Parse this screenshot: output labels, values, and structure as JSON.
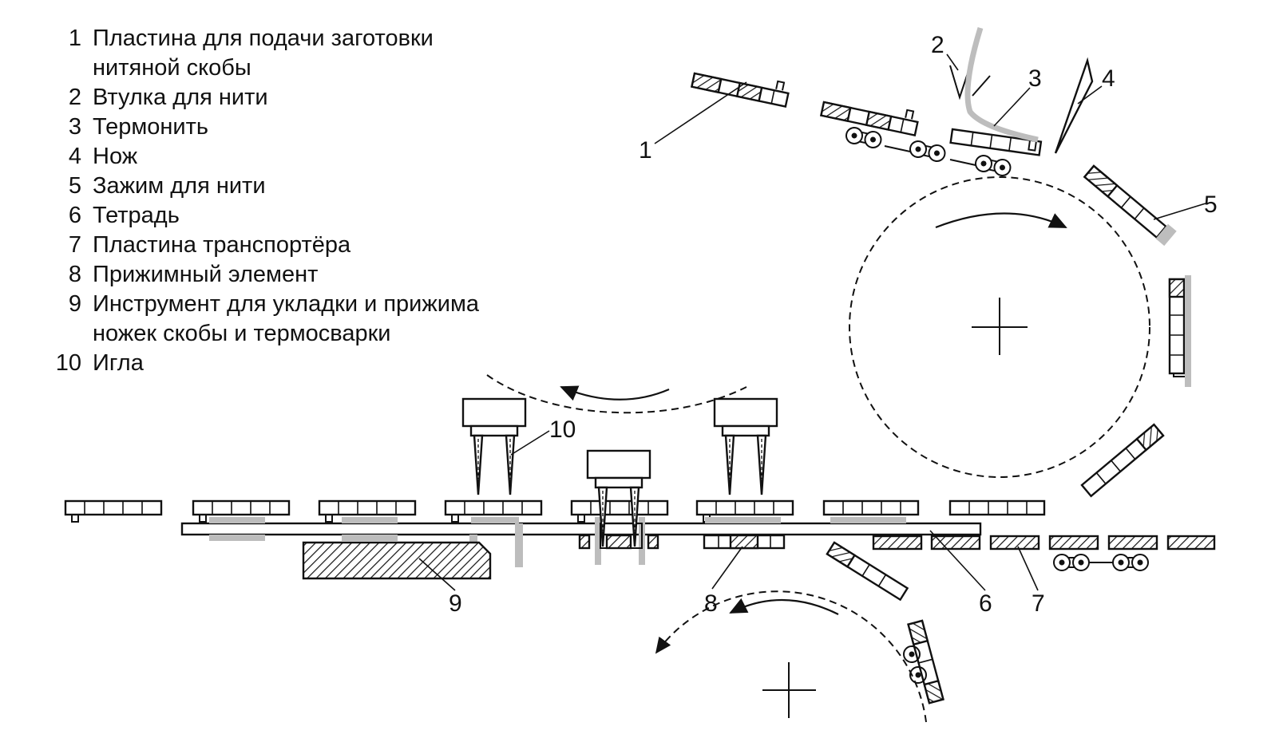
{
  "legend": {
    "items": [
      {
        "num": "1",
        "lines": [
          "Пластина для подачи заготовки",
          "нитяной скобы"
        ]
      },
      {
        "num": "2",
        "lines": [
          "Втулка для нити"
        ]
      },
      {
        "num": "3",
        "lines": [
          "Термонить"
        ]
      },
      {
        "num": "4",
        "lines": [
          "Нож"
        ]
      },
      {
        "num": "5",
        "lines": [
          "Зажим для нити"
        ]
      },
      {
        "num": "6",
        "lines": [
          "Тетрадь"
        ]
      },
      {
        "num": "7",
        "lines": [
          "Пластина транспортёра"
        ]
      },
      {
        "num": "8",
        "lines": [
          "Прижимный элемент"
        ]
      },
      {
        "num": "9",
        "lines": [
          "Инструмент для укладки и прижима",
          "ножек скобы и термосварки"
        ]
      },
      {
        "num": "10",
        "lines": [
          "Игла"
        ]
      }
    ]
  },
  "callouts": {
    "c1": "1",
    "c2": "2",
    "c3": "3",
    "c4": "4",
    "c5": "5",
    "c6": "6",
    "c7": "7",
    "c8": "8",
    "c9": "9",
    "c10": "10"
  }
}
